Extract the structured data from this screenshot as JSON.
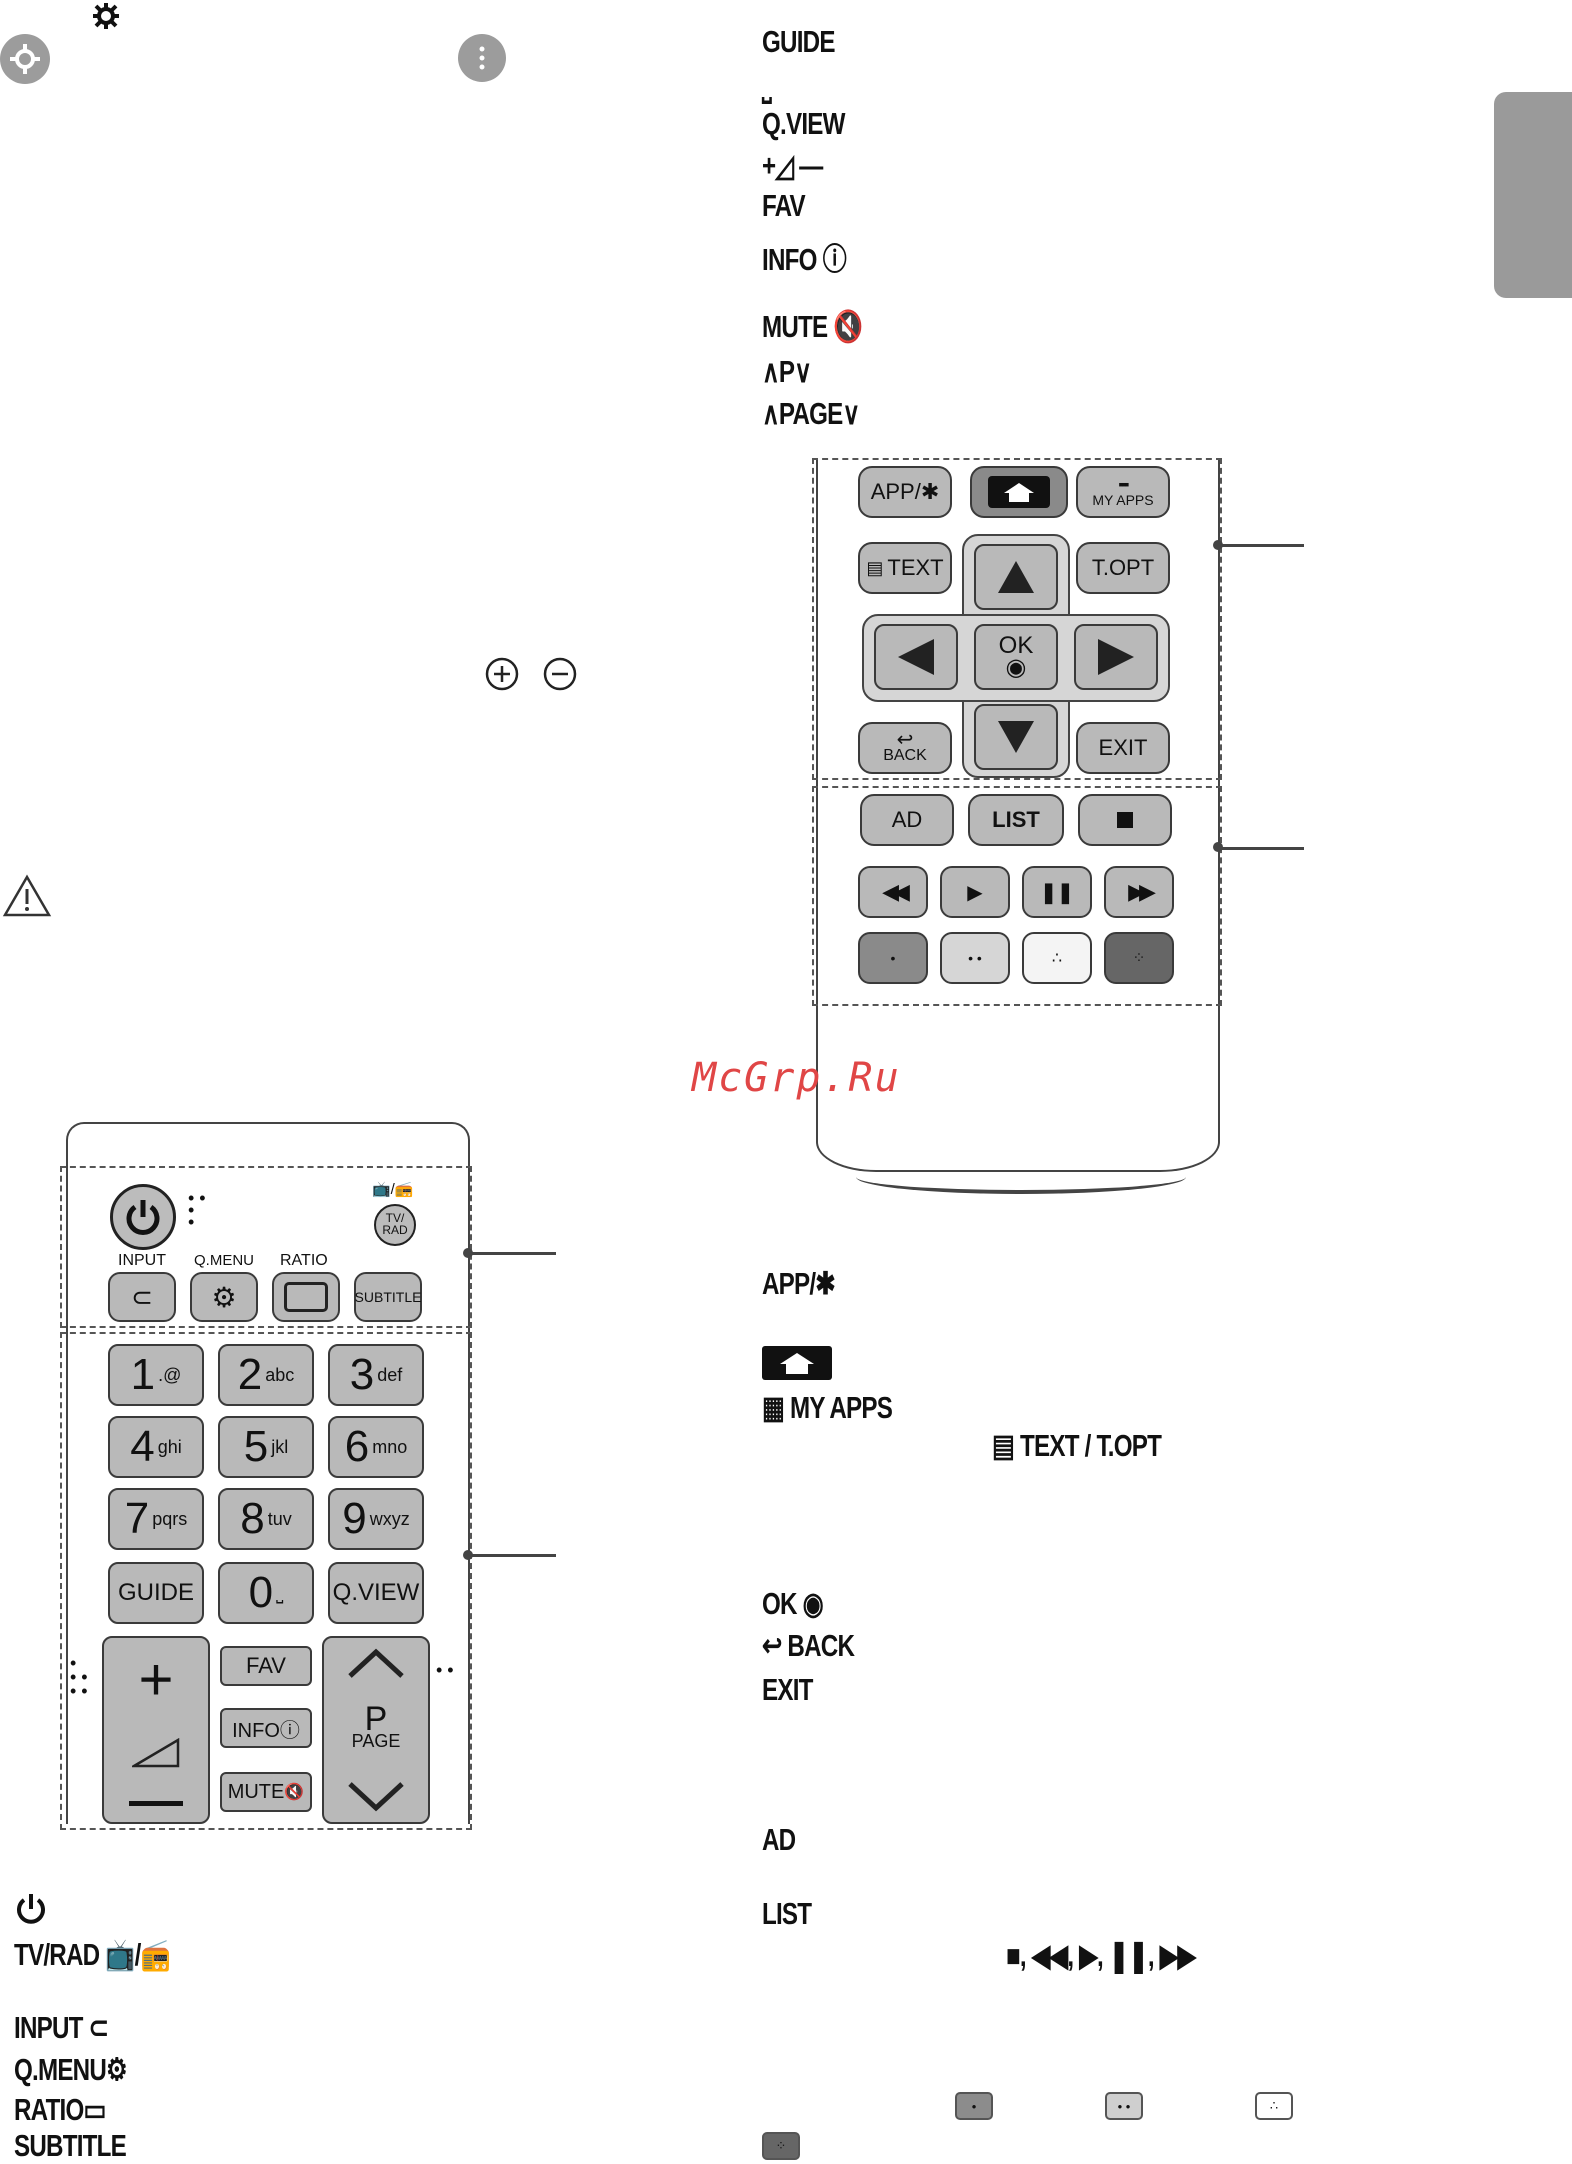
{
  "right_terms": {
    "guide": "GUIDE",
    "space": "⎵",
    "qview": "Q.VIEW",
    "volume": "+◿ —",
    "fav": "FAV",
    "info": "INFO ⓘ",
    "mute": "MUTE 🔇",
    "program": "∧P∨",
    "page": "∧PAGE∨"
  },
  "remote_top_keys": {
    "app": "APP/✱",
    "myapps": "MY APPS",
    "text": "TEXT",
    "topt": "T.OPT",
    "ok": "OK",
    "back": "BACK",
    "exit": "EXIT",
    "ad": "AD",
    "list": "LIST"
  },
  "remote_bottom_keys": {
    "input_lbl": "INPUT",
    "qmenu_lbl": "Q.MENU",
    "ratio_lbl": "RATIO",
    "tvrad": "TV/ RAD",
    "subtitle": "SUBTITLE",
    "nums": [
      {
        "d": "1",
        "s": ".@"
      },
      {
        "d": "2",
        "s": "abc"
      },
      {
        "d": "3",
        "s": "def"
      },
      {
        "d": "4",
        "s": "ghi"
      },
      {
        "d": "5",
        "s": "jkl"
      },
      {
        "d": "6",
        "s": "mno"
      },
      {
        "d": "7",
        "s": "pqrs"
      },
      {
        "d": "8",
        "s": "tuv"
      },
      {
        "d": "9",
        "s": "wxyz"
      }
    ],
    "guide": "GUIDE",
    "zero": "0",
    "qview": "Q.VIEW",
    "fav": "FAV",
    "info": "INFOⓘ",
    "mute": "MUTE",
    "p": "P",
    "page": "PAGE"
  },
  "right_lower_terms": {
    "app": "APP/✱",
    "myapps": "MY APPS",
    "text_topt": "TEXT / T.OPT",
    "ok": "OK ◉",
    "back": "BACK",
    "exit": "EXIT",
    "ad": "AD",
    "list": "LIST",
    "transport": "■, ◀◀, ▶, ❚❚, ▶▶"
  },
  "left_lower_terms": {
    "tvrad": "TV/RAD",
    "input": "INPUT",
    "qmenu": "Q.MENU",
    "ratio": "RATIO",
    "subtitle": "SUBTITLE"
  },
  "watermark": "McGrp.Ru",
  "colors": {
    "key": "#b9b9b9",
    "tab": "#9a9a9a",
    "watermark": "#e04646"
  }
}
